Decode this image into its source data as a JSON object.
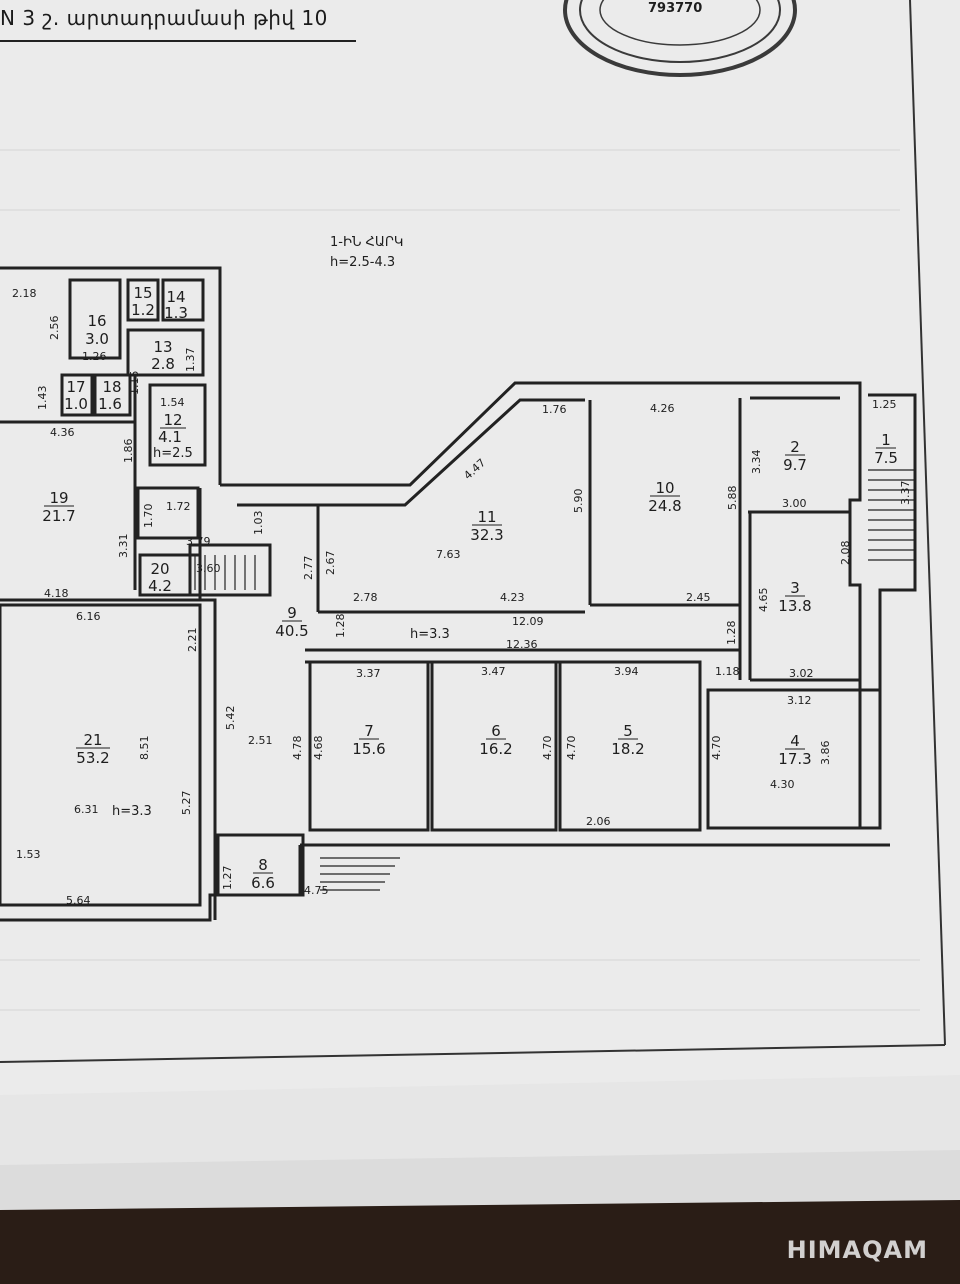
{
  "header": {
    "title": "N 3 շ. արտադրամասի թիվ 10"
  },
  "plan": {
    "floor_label": "1-ԻՆ ՀԱՐԿ",
    "height_label": "h=2.5-4.3",
    "rooms": [
      {
        "num": "1",
        "area": "7.5"
      },
      {
        "num": "2",
        "area": "9.7"
      },
      {
        "num": "3",
        "area": "13.8"
      },
      {
        "num": "4",
        "area": "17.3"
      },
      {
        "num": "5",
        "area": "18.2"
      },
      {
        "num": "6",
        "area": "16.2"
      },
      {
        "num": "7",
        "area": "15.6"
      },
      {
        "num": "8",
        "area": "6.6"
      },
      {
        "num": "9",
        "area": "40.5"
      },
      {
        "num": "10",
        "area": "24.8"
      },
      {
        "num": "11",
        "area": "32.3"
      },
      {
        "num": "12",
        "area": "4.1"
      },
      {
        "num": "13",
        "area": "2.8"
      },
      {
        "num": "14",
        "area": "1.3"
      },
      {
        "num": "15",
        "area": "1.2"
      },
      {
        "num": "16",
        "area": "3.0"
      },
      {
        "num": "17",
        "area": "1.0"
      },
      {
        "num": "18",
        "area": "1.6"
      },
      {
        "num": "19",
        "area": "21.7"
      },
      {
        "num": "20",
        "area": "4.2"
      },
      {
        "num": "21",
        "area": "53.2"
      }
    ],
    "heights": [
      "h=2.5",
      "h=3.3",
      "h=3.3"
    ],
    "dimensions": [
      "2.18",
      "2.56",
      "1.43",
      "4.36",
      "1.86",
      "1.26",
      "1.37",
      "1.54",
      "1.15",
      "1.72",
      "1.70",
      "3.31",
      "3.79",
      "1.03",
      "3.60",
      "4.18",
      "6.16",
      "2.21",
      "5.42",
      "2.51",
      "4.78",
      "4.68",
      "8.51",
      "6.31",
      "5.27",
      "1.53",
      "5.64",
      "1.27",
      "4.75",
      "2.77",
      "2.67",
      "7.63",
      "2.78",
      "4.23",
      "1.28",
      "12.09",
      "12.36",
      "3.37",
      "3.47",
      "3.94",
      "1.18",
      "4.70",
      "4.70",
      "4.70",
      "2.06",
      "4.30",
      "3.86",
      "3.12",
      "3.02",
      "4.65",
      "2.08",
      "3.00",
      "3.34",
      "1.25",
      "3.37",
      "5.88",
      "5.90",
      "4.26",
      "1.76",
      "4.47",
      "2.45",
      "1.28"
    ],
    "stamp_text": "793770"
  },
  "watermark": {
    "text": "HIMAQAM"
  }
}
